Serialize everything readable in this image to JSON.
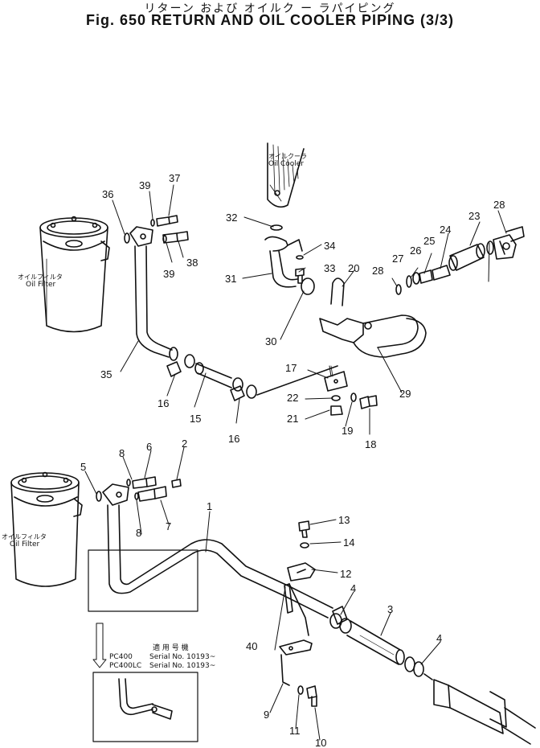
{
  "title_jp": "リターン および オイルク ー ラパイピング",
  "title_en": "Fig. 650 RETURN AND OIL COOLER PIPING (3/3)",
  "filter_top": {
    "jp": "オイルフィルタ",
    "en": "Oil Filter"
  },
  "filter_bottom": {
    "jp": "オイルフィルタ",
    "en": "Oil Filter"
  },
  "cooler": {
    "jp": "オイルクーラ",
    "en": "Oil Cooler"
  },
  "serial_note": {
    "header": "適 用 号 機",
    "rows": [
      {
        "model": "PC400",
        "serial": "Serial No. 10193~"
      },
      {
        "model": "PC400LC",
        "serial": "Serial No. 10193~"
      }
    ]
  },
  "callouts": {
    "c1": "1",
    "c2": "2",
    "c3": "3",
    "c4a": "4",
    "c4b": "4",
    "c5": "5",
    "c6": "6",
    "c7": "7",
    "c8a": "8",
    "c8b": "8",
    "c9": "9",
    "c10": "10",
    "c11": "11",
    "c12": "12",
    "c13": "13",
    "c14": "14",
    "c15": "15",
    "c16a": "16",
    "c16b": "16",
    "c17": "17",
    "c18": "18",
    "c19": "19",
    "c20": "20",
    "c21": "21",
    "c22": "22",
    "c23": "23",
    "c24": "24",
    "c25": "25",
    "c26": "26",
    "c27": "27",
    "c28a": "28",
    "c28b": "28",
    "c29": "29",
    "c30": "30",
    "c31": "31",
    "c32": "32",
    "c33": "33",
    "c34": "34",
    "c35": "35",
    "c36": "36",
    "c37": "37",
    "c38": "38",
    "c39a": "39",
    "c39b": "39",
    "c40": "40"
  }
}
